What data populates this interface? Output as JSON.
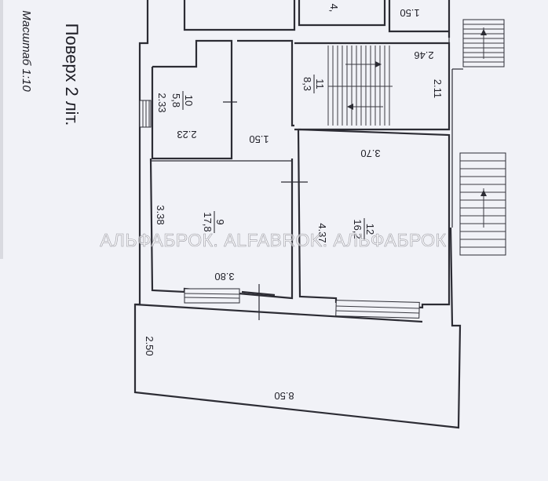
{
  "header": {
    "scale_text": "Масштаб 1:10",
    "floor_title": "Поверх 2 літ."
  },
  "rooms": [
    {
      "id": "9",
      "number": "9",
      "area": "17,8"
    },
    {
      "id": "10",
      "number": "10",
      "area": "5,8"
    },
    {
      "id": "11",
      "number": "11",
      "area": "8,3"
    },
    {
      "id": "12",
      "number": "12",
      "area": "16,2"
    },
    {
      "id": "top",
      "number": "",
      "area": "4,"
    }
  ],
  "dimensions": {
    "d_1_50_top": "1.50",
    "d_2_46": "2.46",
    "d_2_33": "2.33",
    "d_2_11": "2.11",
    "d_2_23": "2.23",
    "d_1_50_hall": "1.50",
    "d_3_70": "3.70",
    "d_3_38": "3.38",
    "d_4_37": "4.37",
    "d_3_80": "3.80",
    "d_2_50": "2.50",
    "d_8_50": "8.50"
  },
  "watermark": "АЛЬФАБРОК. ALFABROK. АЛЬФАБРОК"
}
